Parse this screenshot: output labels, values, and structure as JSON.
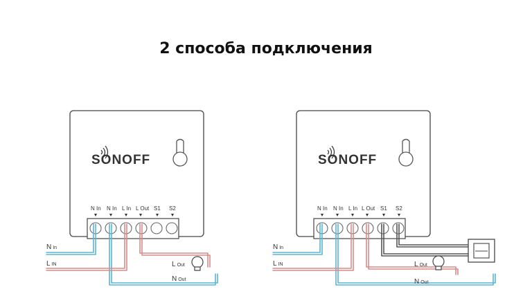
{
  "title": "2 способа подключения",
  "brand": "SONOFF",
  "terminals": [
    "N In",
    "N In",
    "L In",
    "L Out",
    "S1",
    "S2"
  ],
  "wire_labels": {
    "n_in": "N",
    "n_in_sub": "In",
    "l_in": "L",
    "l_in_sub": "IN",
    "l_out": "L",
    "l_out_sub": "Out",
    "n_out": "N",
    "n_out_sub": "Out"
  },
  "colors": {
    "neutral": "#5bb5d6",
    "live": "#d98a8a",
    "switch": "#555555",
    "outline": "#444444"
  }
}
